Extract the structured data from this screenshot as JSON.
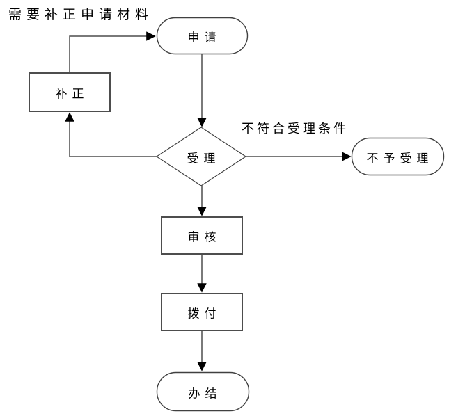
{
  "diagram": {
    "type": "flowchart",
    "background": "#ffffff",
    "annotations": {
      "top_left_label": "需要补正申请材料",
      "branch_label": "不符合受理条件"
    },
    "nodes": [
      {
        "id": "apply",
        "label": "申请",
        "shape": "terminator"
      },
      {
        "id": "correct",
        "label": "补正",
        "shape": "process"
      },
      {
        "id": "accept",
        "label": "受理",
        "shape": "decision"
      },
      {
        "id": "reject",
        "label": "不予受理",
        "shape": "terminator"
      },
      {
        "id": "review",
        "label": "审核",
        "shape": "process"
      },
      {
        "id": "disburse",
        "label": "拨付",
        "shape": "process"
      },
      {
        "id": "complete",
        "label": "办结",
        "shape": "terminator"
      }
    ],
    "edges": [
      {
        "from": "apply",
        "to": "accept",
        "label": ""
      },
      {
        "from": "accept",
        "to": "reject",
        "label": "不符合受理条件"
      },
      {
        "from": "accept",
        "to": "correct",
        "label": "需要补正申请材料"
      },
      {
        "from": "correct",
        "to": "apply",
        "label": ""
      },
      {
        "from": "accept",
        "to": "review",
        "label": ""
      },
      {
        "from": "review",
        "to": "disburse",
        "label": ""
      },
      {
        "from": "disburse",
        "to": "complete",
        "label": ""
      }
    ],
    "colors": {
      "process_border": "#4d4d4d",
      "terminator_border": "#404040",
      "decision_border": "#404040",
      "connector": "#4d4d4d",
      "arrowhead": "#000000",
      "text": "#000000"
    }
  }
}
